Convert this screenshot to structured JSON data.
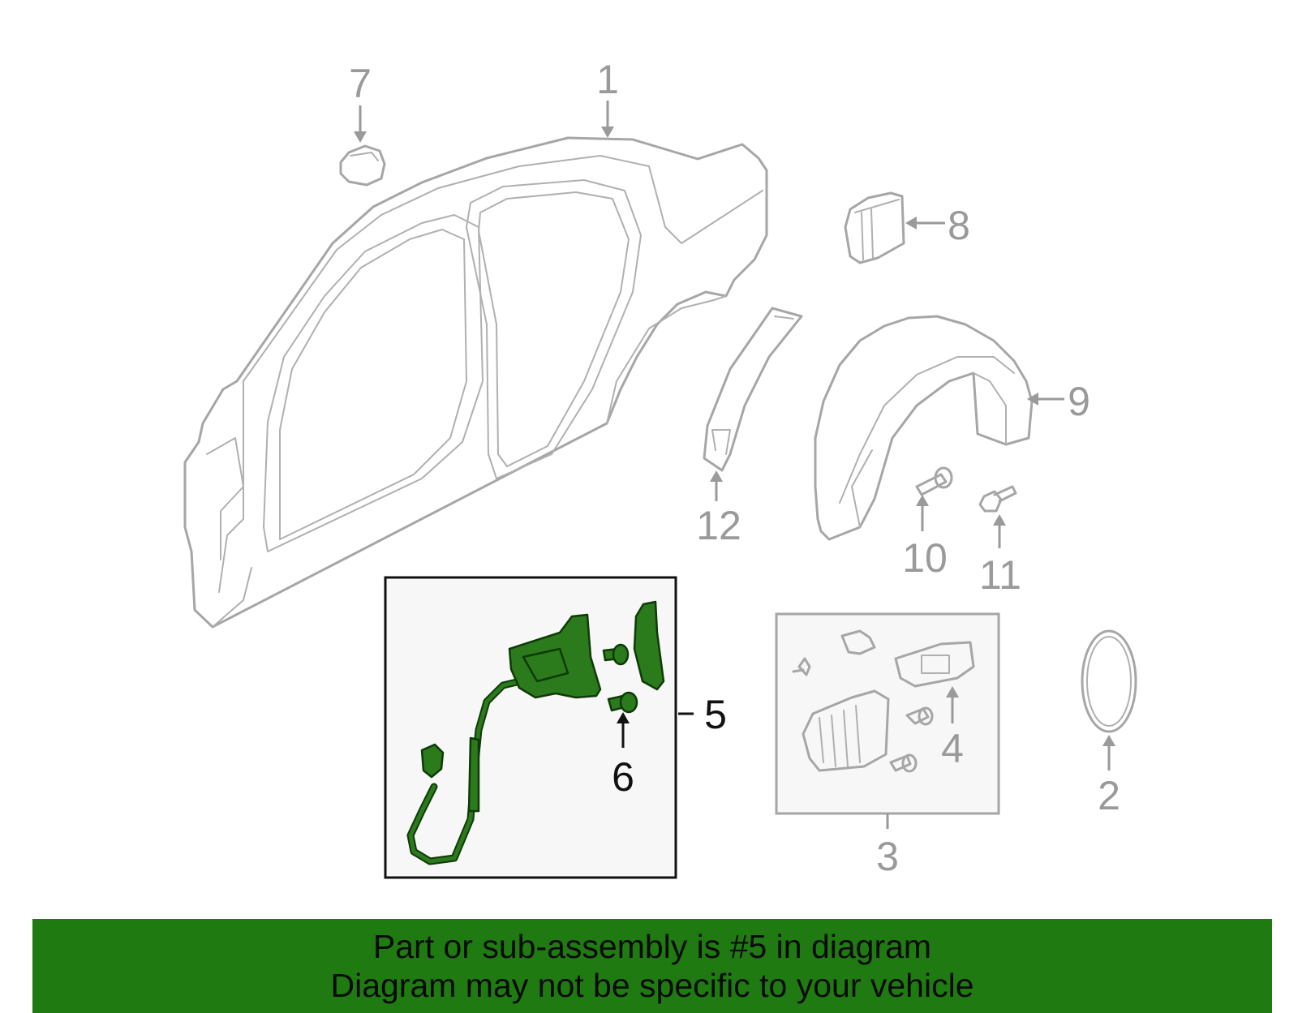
{
  "callouts": {
    "c1": "1",
    "c2": "2",
    "c3": "3",
    "c4": "4",
    "c5": "5",
    "c6": "6",
    "c7": "7",
    "c8": "8",
    "c9": "9",
    "c10": "10",
    "c11": "11",
    "c12": "12"
  },
  "highlighted_part": "5",
  "banner": {
    "line1": "Part or sub-assembly is #5 in diagram",
    "line2": "Diagram may not be specific to your vehicle"
  },
  "colors": {
    "highlight": "#2b7a1c",
    "banner_bg": "#1f7a12",
    "outline": "#a6a6a6"
  }
}
